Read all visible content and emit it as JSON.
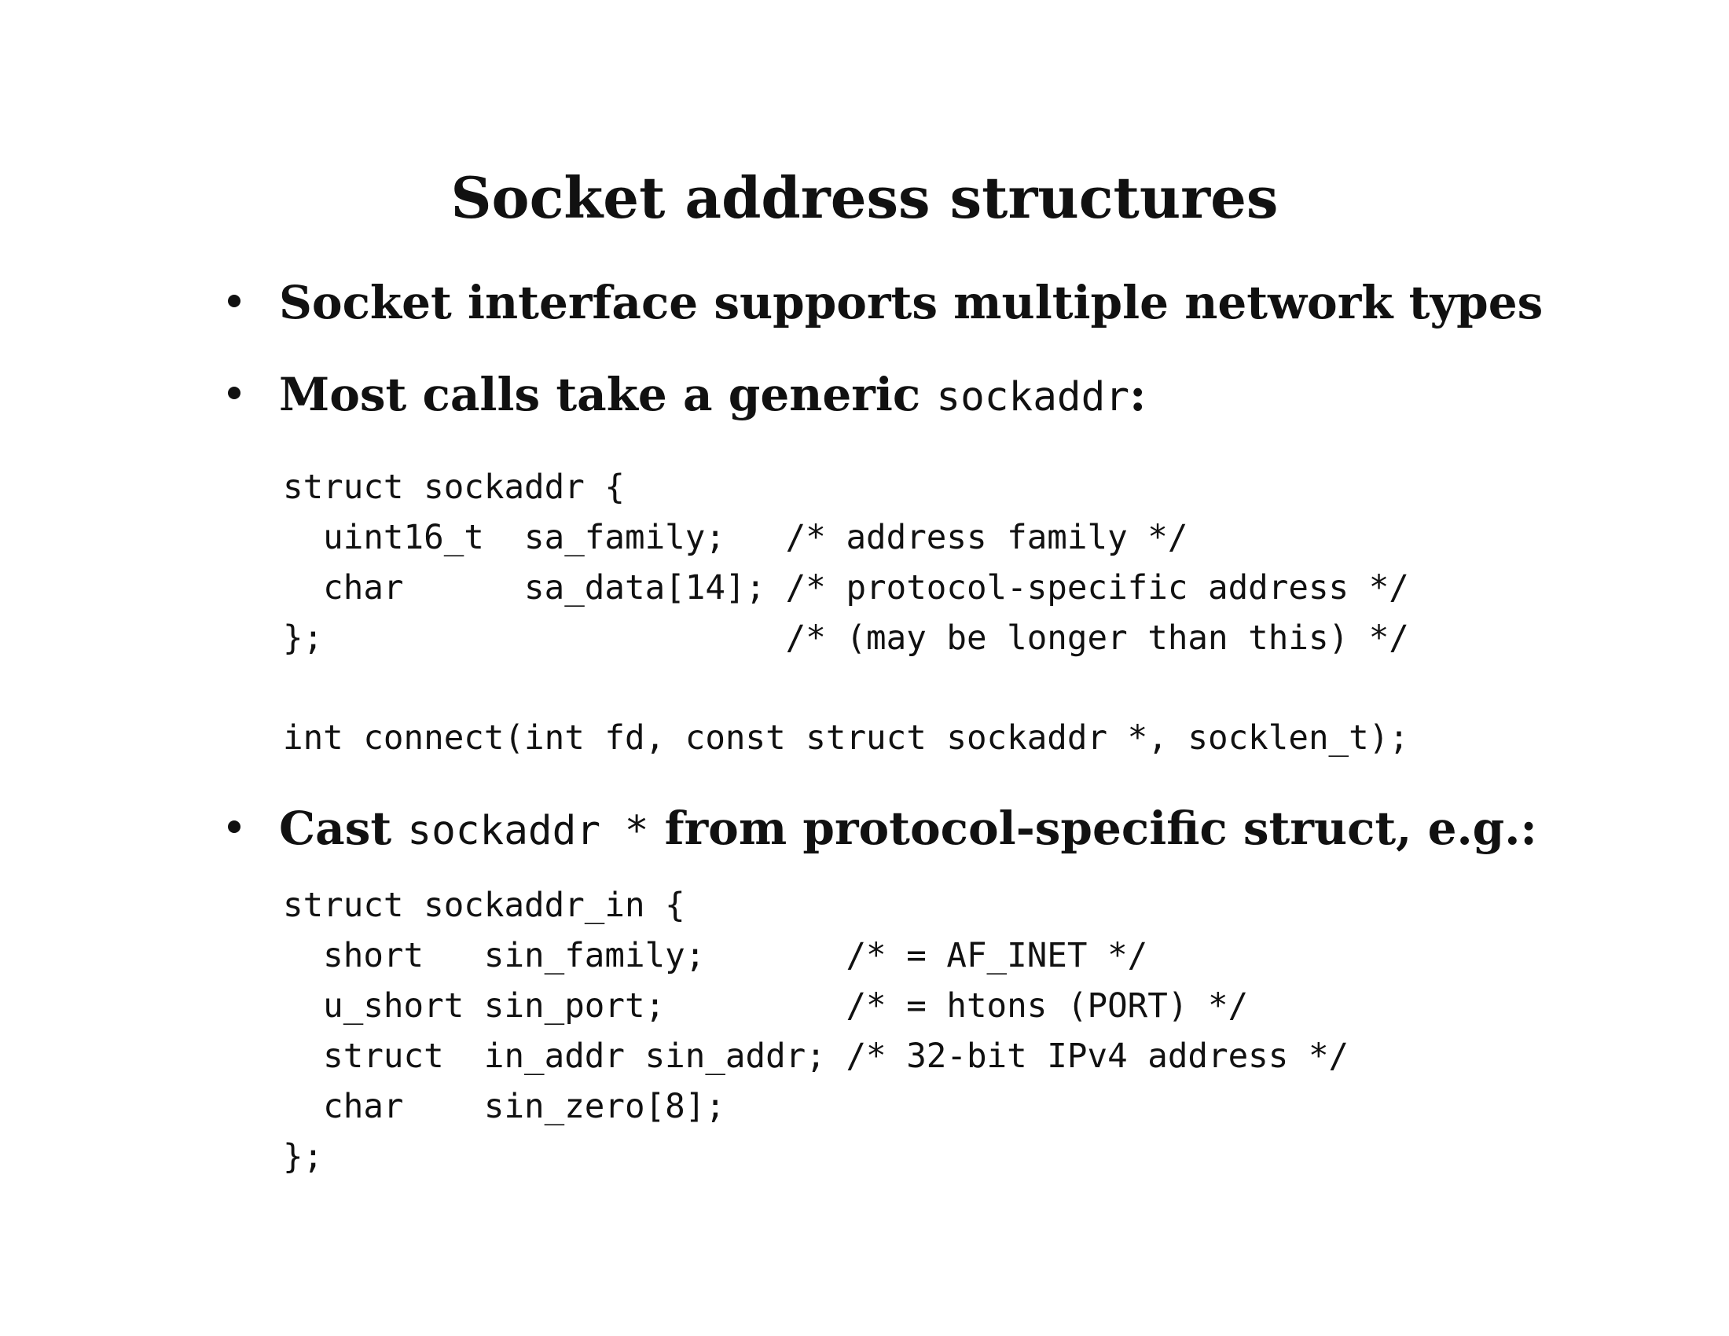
{
  "slide": {
    "title": "Socket address structures",
    "bullets": [
      {
        "text": "Socket interface supports multiple network types"
      },
      {
        "text_before": "Most calls take a generic ",
        "code": "sockaddr",
        "text_after": ":"
      },
      {
        "text_before": "Cast ",
        "code": "sockaddr *",
        "text_after": " from protocol-specific struct, e.g.:"
      }
    ],
    "code_sockaddr": [
      "struct sockaddr {",
      "  uint16_t  sa_family;   /* address family */",
      "  char      sa_data[14]; /* protocol-specific address */",
      "};                       /* (may be longer than this) */"
    ],
    "code_connect": "int connect(int fd, const struct sockaddr *, socklen_t);",
    "code_sockaddr_in": [
      "struct sockaddr_in {",
      "  short   sin_family;       /* = AF_INET */",
      "  u_short sin_port;         /* = htons (PORT) */",
      "  struct  in_addr sin_addr; /* 32-bit IPv4 address */",
      "  char    sin_zero[8];",
      "};"
    ]
  }
}
